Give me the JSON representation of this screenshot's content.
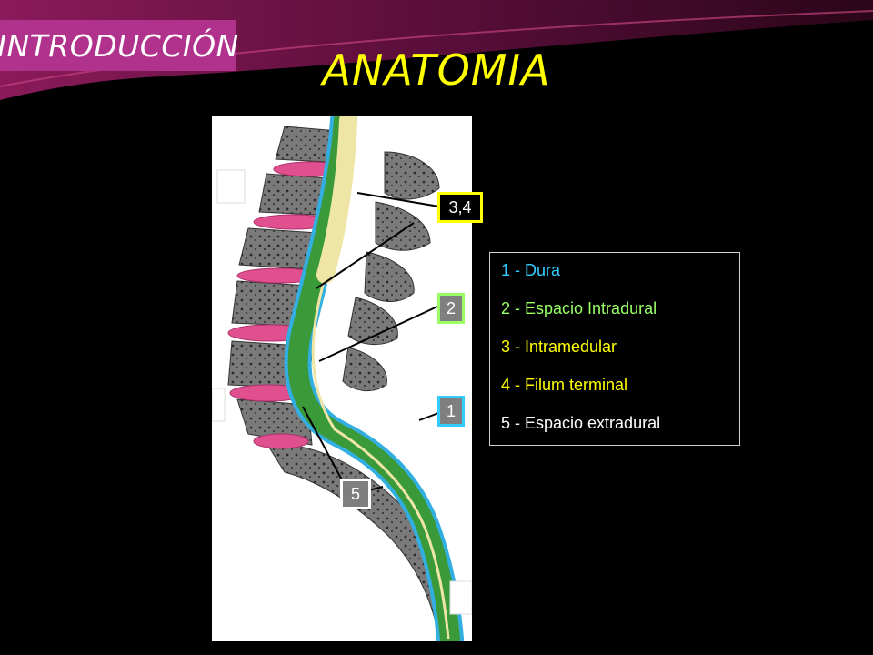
{
  "header": {
    "section_label": "INTRODUCCIÓN",
    "title": "ANATOMIA"
  },
  "colors": {
    "badge": "#b0328c",
    "title": "#ffff00",
    "cyan": "#33ccff",
    "green": "#99ff66",
    "yellow": "#ffff00",
    "gray": "#7f7f7f",
    "disc_pink": "#e0508f",
    "bone_gray": "#6e6e6e",
    "cord_green": "#3a9a3a"
  },
  "callouts": [
    {
      "label": "3,4",
      "color": "#ffff00"
    },
    {
      "label": "2",
      "color": "#99ff66"
    },
    {
      "label": "1",
      "color": "#33ccff"
    },
    {
      "label": "5",
      "color": "#7f7f7f"
    }
  ],
  "legend": {
    "items": [
      {
        "text": "1 - Dura",
        "color": "#33ccff"
      },
      {
        "text": "2 - Espacio Intradural",
        "color": "#99ff66"
      },
      {
        "text": "3 - Intramedular",
        "color": "#ffff00"
      },
      {
        "text": "4 - Filum terminal",
        "color": "#ffff00"
      },
      {
        "text": "5 - Espacio extradural",
        "color": "#ffffff"
      }
    ]
  }
}
